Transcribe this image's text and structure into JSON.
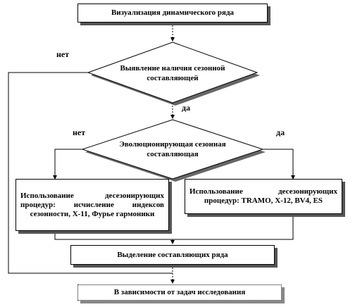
{
  "flowchart": {
    "start": "Визуализация динамического ряда",
    "decision1": "Выявление наличия сезонной составляющей",
    "decision1_no": "нет",
    "decision1_yes": "да",
    "decision2": "Эволюционирующая сезонная составляющая",
    "decision2_no": "нет",
    "decision2_yes": "да",
    "process_no": "Использование десезонирующих процедур: исчисление индексов сезонности, Х-11, Фурье гармоники",
    "process_yes": "Использование десезонирующих процедур: TRAMO, Х-12, BV4, ES",
    "merge": "Выделение составляющих ряда",
    "end": "В зависимости от задач исследования"
  }
}
